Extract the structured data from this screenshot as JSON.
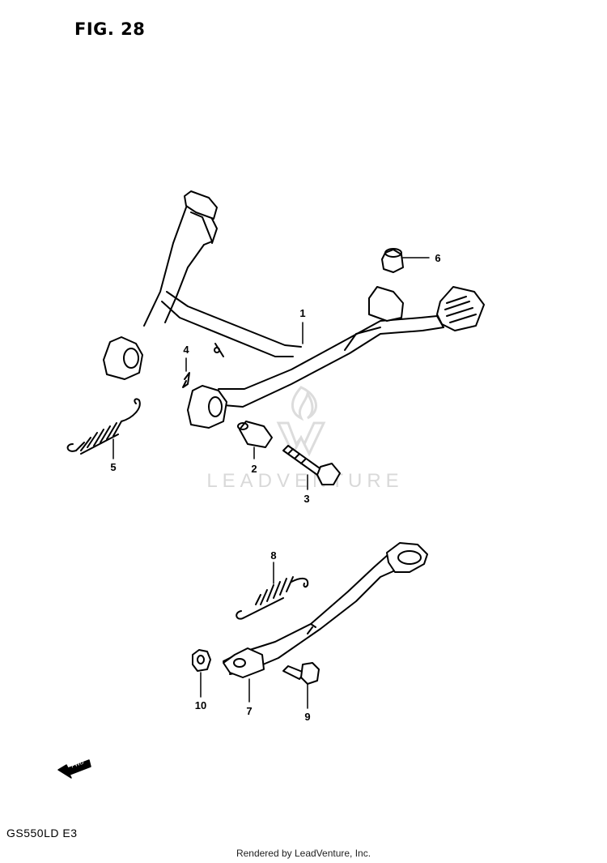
{
  "figure": {
    "title": "FIG. 28"
  },
  "callouts": [
    {
      "id": "1",
      "label": "1"
    },
    {
      "id": "2",
      "label": "2"
    },
    {
      "id": "3",
      "label": "3"
    },
    {
      "id": "4",
      "label": "4"
    },
    {
      "id": "5",
      "label": "5"
    },
    {
      "id": "6",
      "label": "6"
    },
    {
      "id": "7",
      "label": "7"
    },
    {
      "id": "8",
      "label": "8"
    },
    {
      "id": "9",
      "label": "9"
    },
    {
      "id": "10",
      "label": "10"
    }
  ],
  "watermark": {
    "text": "LEADVENTURE",
    "logo_icon": "leadventure-flame-icon"
  },
  "direction_marker": {
    "text": "FWD",
    "icon": "forward-arrow-icon"
  },
  "model_code": "GS550LD  E3",
  "footer": {
    "credit": "Rendered by LeadVenture, Inc."
  }
}
